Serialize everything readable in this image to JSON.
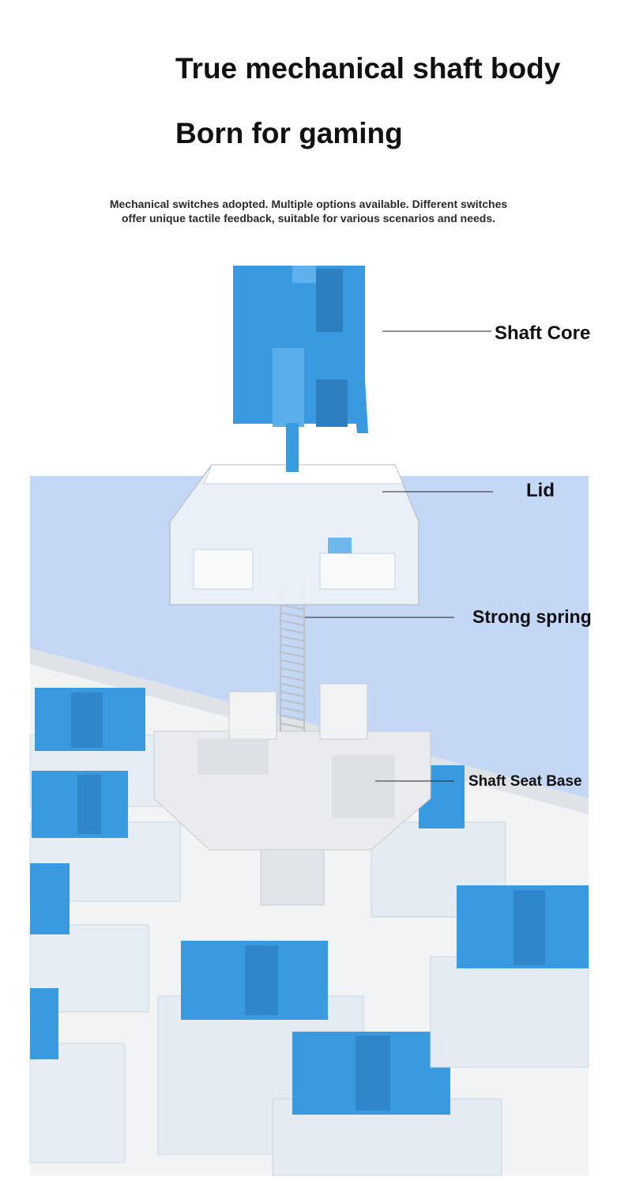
{
  "headline": {
    "line1": "True mechanical shaft body",
    "line2": "Born for gaming"
  },
  "description": {
    "line1": "Mechanical switches adopted. Multiple options available. Different switches",
    "line2": "offer unique tactile feedback, suitable for various scenarios and needs."
  },
  "callouts": {
    "shaft_core": "Shaft Core",
    "lid": "Lid",
    "spring": "Strong spring",
    "base": "Shaft Seat Base"
  },
  "colors": {
    "switch_blue": "#3a9ae0",
    "backdrop_blue": "#c4d8f6",
    "housing_clear": "#eef3f8",
    "base_white": "#e9ebee"
  }
}
